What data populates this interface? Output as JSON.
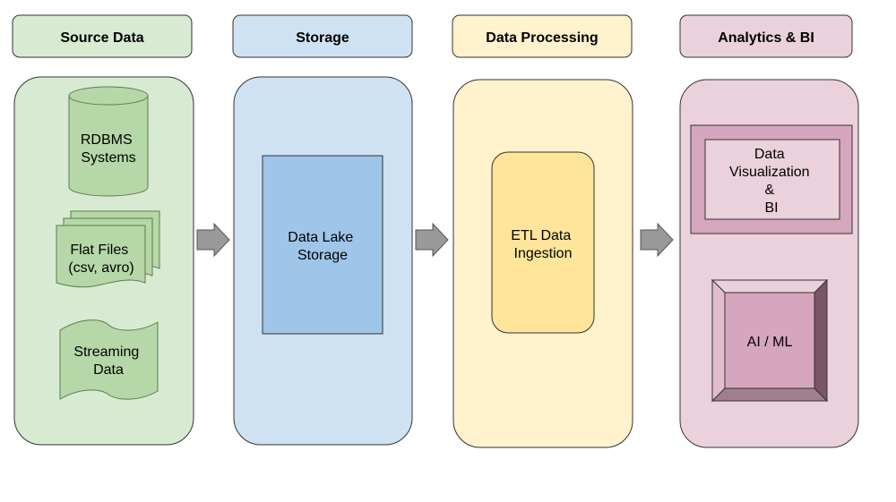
{
  "headers": {
    "source": "Source Data",
    "storage": "Storage",
    "processing": "Data Processing",
    "analytics": "Analytics & BI"
  },
  "source": {
    "rdbms": [
      "RDBMS",
      "Systems"
    ],
    "flat_files": [
      "Flat Files",
      "(csv, avro)"
    ],
    "streaming": [
      "Streaming",
      "Data"
    ]
  },
  "storage": {
    "data_lake": [
      "Data Lake",
      "Storage"
    ]
  },
  "processing": {
    "etl": [
      "ETL Data",
      "Ingestion"
    ]
  },
  "analytics": {
    "visualization": [
      "Data",
      "Visualization",
      "&",
      "BI"
    ],
    "ai_ml": "AI / ML"
  },
  "colors": {
    "green_fill": "#d9ead3",
    "green_node": "#b6d7a8",
    "green_stroke": "#5b7d4c",
    "blue_fill": "#cfe2f3",
    "blue_node": "#9fc5e8",
    "yellow_fill": "#fff2cc",
    "yellow_node": "#ffe599",
    "pink_fill": "#ead1dc",
    "pink_node": "#d5a6bd",
    "arrow": "#999999",
    "stroke": "#333333"
  }
}
